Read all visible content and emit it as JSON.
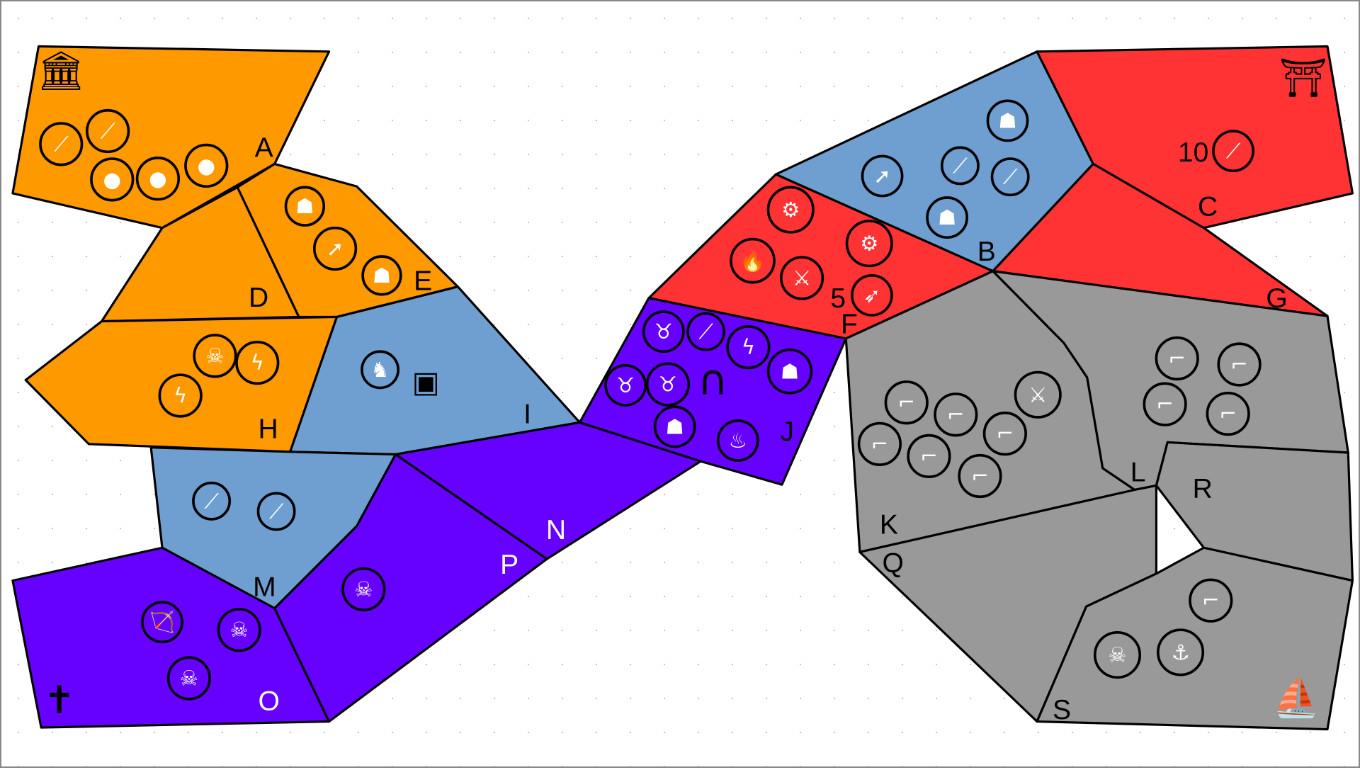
{
  "colors": {
    "orange": "#ff9900",
    "blue": "#6f9fd0",
    "red": "#ff3333",
    "purple": "#6600ff",
    "gray": "#999999"
  },
  "territories": {
    "A": "A",
    "B": "B",
    "C": "C",
    "D": "D",
    "E": "E",
    "F": "F",
    "G": "G",
    "H": "H",
    "I": "I",
    "J": "J",
    "K": "K",
    "L": "L",
    "M": "M",
    "N": "N",
    "O": "O",
    "P": "P",
    "Q": "Q",
    "R": "R",
    "S": "S"
  },
  "counts": {
    "C_sword": "10",
    "F_rocket": "5"
  },
  "icons": {
    "capital_A": "temple-icon",
    "capital_C": "pagoda-icon",
    "capital_O": "grave-cross-icon",
    "capital_S": "pirate-ship-icon",
    "treasure": "treasure-chest-icon",
    "portal": "portal-gate-icon"
  }
}
